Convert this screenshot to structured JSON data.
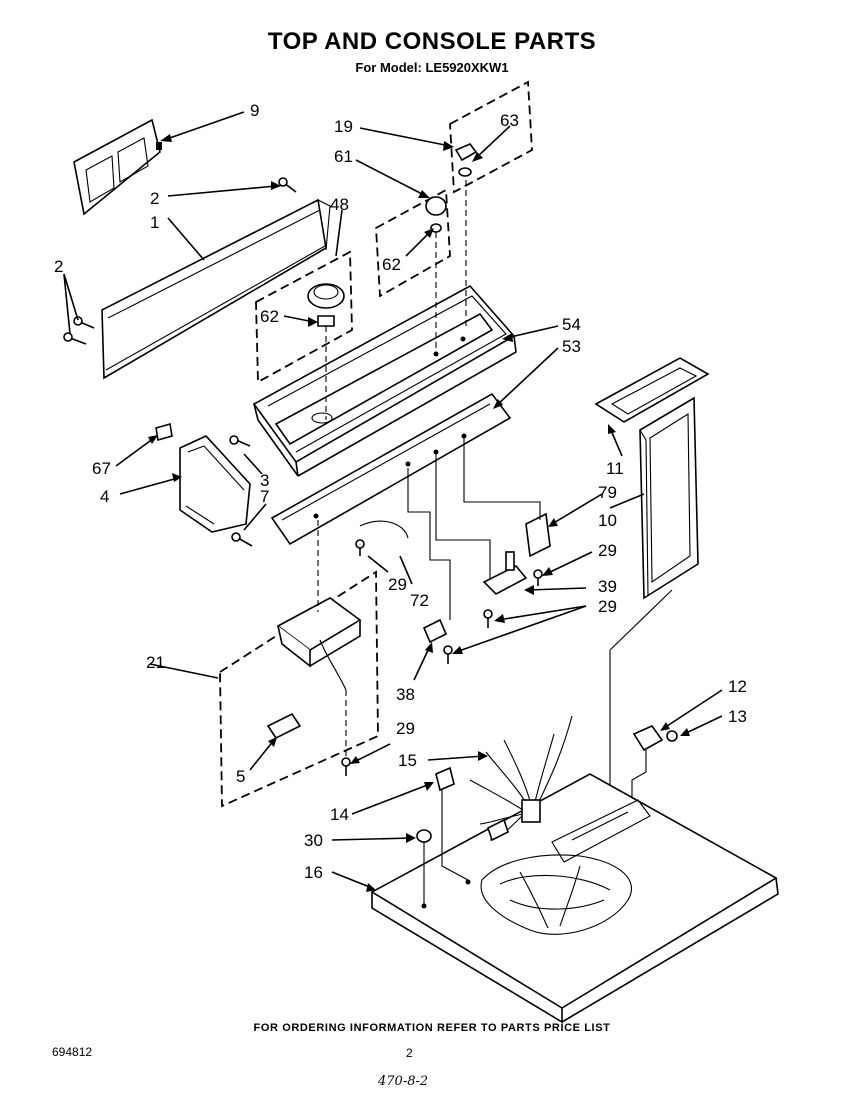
{
  "header": {
    "title": "TOP AND CONSOLE PARTS",
    "subtitle": "For Model: LE5920XKW1"
  },
  "footer": {
    "note": "FOR ORDERING INFORMATION REFER TO PARTS PRICE LIST",
    "doc_number": "694812",
    "page_number": "2",
    "handwritten": "470-8-2"
  },
  "callouts": [
    {
      "id": "c9",
      "text": "9"
    },
    {
      "id": "c2a",
      "text": "2"
    },
    {
      "id": "c48",
      "text": "48"
    },
    {
      "id": "c1",
      "text": "1"
    },
    {
      "id": "c2b",
      "text": "2"
    },
    {
      "id": "c62a",
      "text": "62"
    },
    {
      "id": "c19",
      "text": "19"
    },
    {
      "id": "c63",
      "text": "63"
    },
    {
      "id": "c61",
      "text": "61"
    },
    {
      "id": "c62b",
      "text": "62"
    },
    {
      "id": "c54",
      "text": "54"
    },
    {
      "id": "c53",
      "text": "53"
    },
    {
      "id": "c11",
      "text": "11"
    },
    {
      "id": "c67",
      "text": "67"
    },
    {
      "id": "c3",
      "text": "3"
    },
    {
      "id": "c4",
      "text": "4"
    },
    {
      "id": "c7",
      "text": "7"
    },
    {
      "id": "c79",
      "text": "79"
    },
    {
      "id": "c10",
      "text": "10"
    },
    {
      "id": "c29a",
      "text": "29"
    },
    {
      "id": "c39",
      "text": "39"
    },
    {
      "id": "c29b",
      "text": "29"
    },
    {
      "id": "c29c",
      "text": "29"
    },
    {
      "id": "c72",
      "text": "72"
    },
    {
      "id": "c21",
      "text": "21"
    },
    {
      "id": "c38",
      "text": "38"
    },
    {
      "id": "c12",
      "text": "12"
    },
    {
      "id": "c13",
      "text": "13"
    },
    {
      "id": "c29d",
      "text": "29"
    },
    {
      "id": "c15",
      "text": "15"
    },
    {
      "id": "c5",
      "text": "5"
    },
    {
      "id": "c14",
      "text": "14"
    },
    {
      "id": "c30",
      "text": "30"
    },
    {
      "id": "c16",
      "text": "16"
    }
  ]
}
